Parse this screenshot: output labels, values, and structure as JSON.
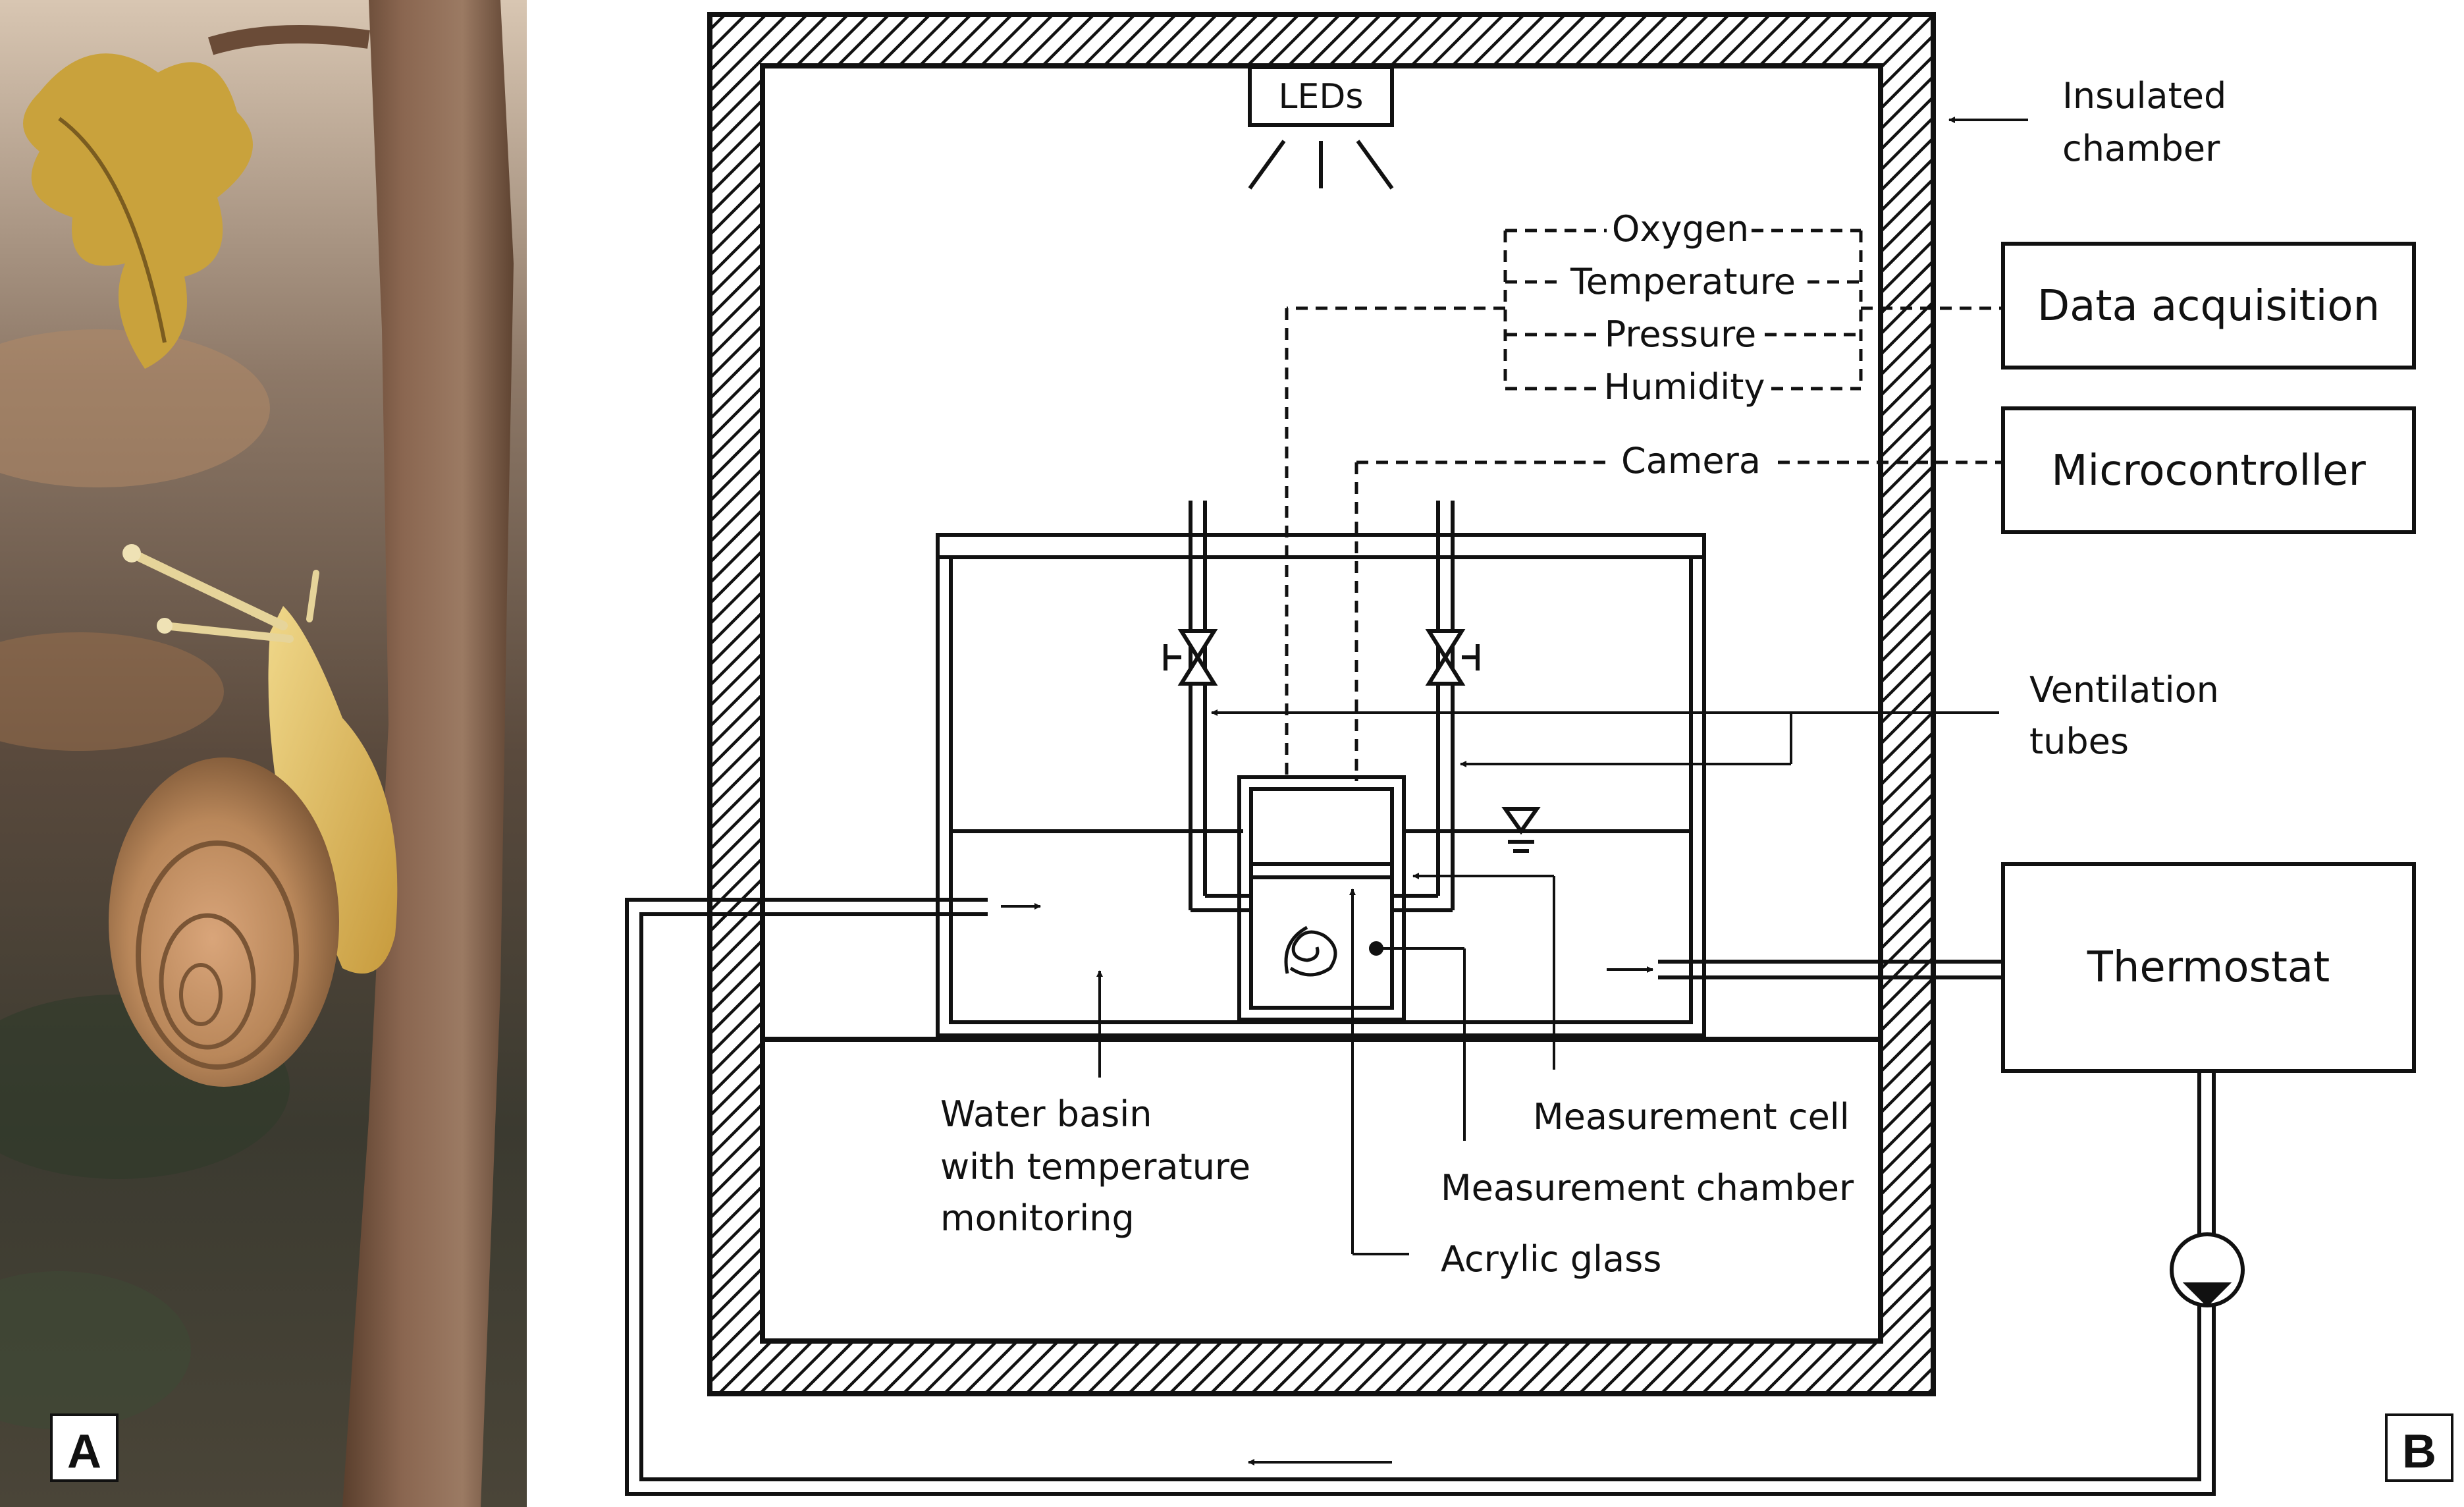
{
  "panels": {
    "photo_label": "A",
    "diagram_label": "B"
  },
  "diagram": {
    "leds": "LEDs",
    "insulated_chamber": [
      "Insulated",
      "chamber"
    ],
    "sensors": [
      "Oxygen",
      "Temperature",
      "Pressure",
      "Humidity"
    ],
    "camera": "Camera",
    "data_acquisition": "Data acquisition",
    "microcontroller": "Microcontroller",
    "ventilation_tubes": [
      "Ventilation",
      "tubes"
    ],
    "thermostat": "Thermostat",
    "water_basin": [
      "Water basin",
      "with temperature",
      "monitoring"
    ],
    "measurement_cell": "Measurement cell",
    "measurement_chamber": "Measurement chamber",
    "acrylic_glass": "Acrylic glass"
  },
  "colors": {
    "line": "#111111",
    "background": "#ffffff",
    "bark": "#7a5a44",
    "shell": "#b9875a",
    "snail_body": "#e6c46a",
    "leaf": "#c9a23c"
  }
}
